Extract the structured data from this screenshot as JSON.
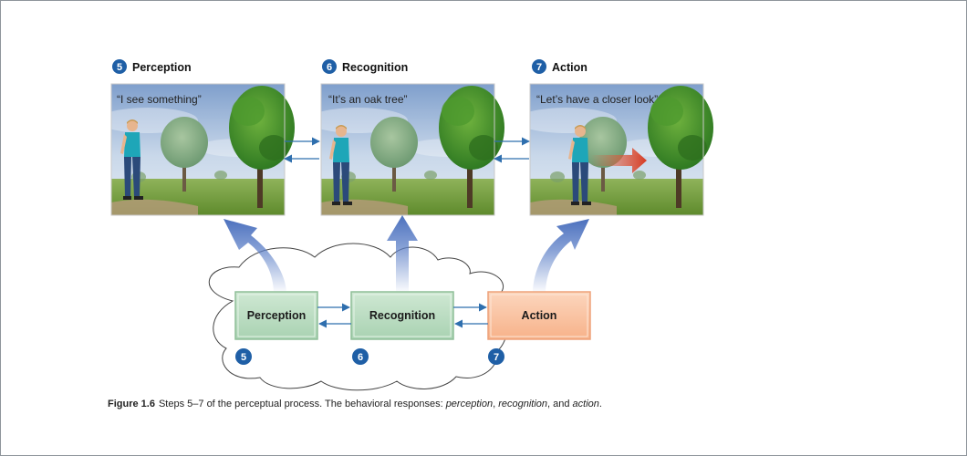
{
  "panels": [
    {
      "number": "5",
      "title": "Perception",
      "quote": "“I see something”"
    },
    {
      "number": "6",
      "title": "Recognition",
      "quote": "“It’s an oak tree”"
    },
    {
      "number": "7",
      "title": "Action",
      "quote": "“Let’s have a closer look”"
    }
  ],
  "process": {
    "boxes": [
      {
        "label": "Perception",
        "number": "5",
        "color": "#b9dcc1"
      },
      {
        "label": "Recognition",
        "number": "6",
        "color": "#b9dcc1"
      },
      {
        "label": "Action",
        "number": "7",
        "color": "#f9c4a2"
      }
    ]
  },
  "caption": {
    "label": "Figure 1.6",
    "text_prefix": "Steps 5–7 of the perceptual process. The behavioral responses: ",
    "term1": "perception",
    "sep1": ", ",
    "term2": "recognition",
    "sep2": ", and ",
    "term3": "action",
    "suffix": "."
  },
  "colors": {
    "badge": "#1f5fa6",
    "arrow_line": "#2f6fae",
    "green_box": "#b9dcc1",
    "orange_box": "#f9c4a2"
  }
}
